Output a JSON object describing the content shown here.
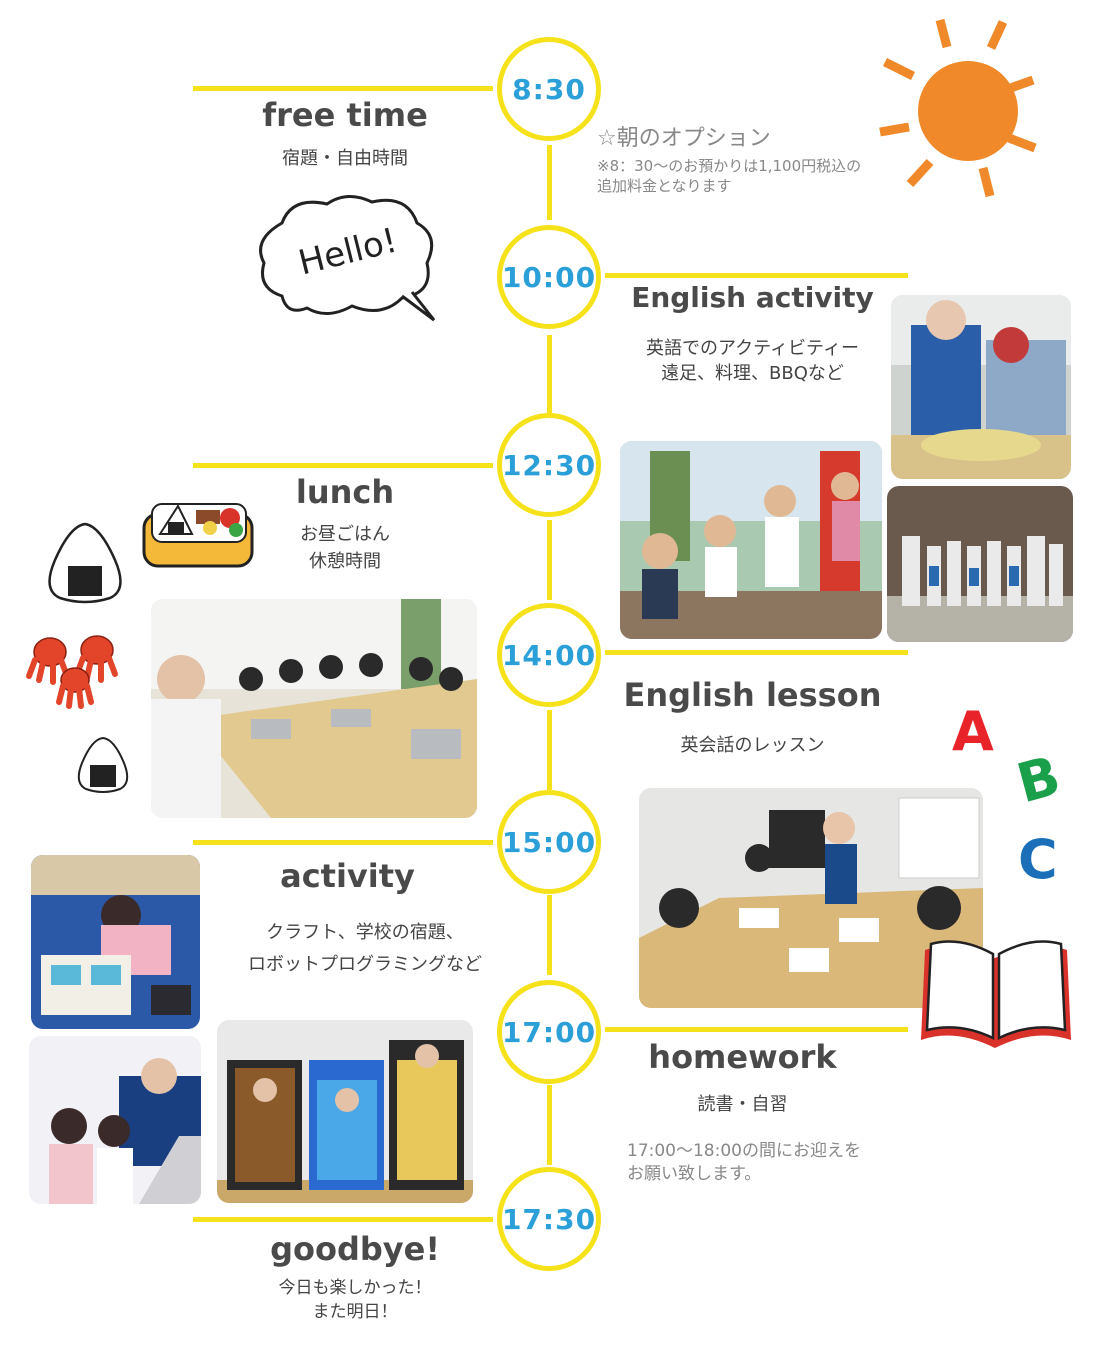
{
  "timeline": [
    {
      "time": "8:30"
    },
    {
      "time": "10:00"
    },
    {
      "time": "12:30"
    },
    {
      "time": "14:00"
    },
    {
      "time": "15:00"
    },
    {
      "time": "17:00"
    },
    {
      "time": "17:30"
    }
  ],
  "sections": {
    "free_time": {
      "title": "free time",
      "sub": "宿題・自由時間"
    },
    "morning_option": {
      "title": "☆朝のオプション",
      "note_line1": "※8：30〜のお預かりは1,100円税込の",
      "note_line2": "追加料金となります"
    },
    "hello_bubble": {
      "text": "Hello!"
    },
    "english_activity": {
      "title": "English activity",
      "sub_line1": "英語でのアクティビティー",
      "sub_line2": "遠足、料理、BBQなど"
    },
    "lunch": {
      "title": "lunch",
      "sub_line1": "お昼ごはん",
      "sub_line2": "休憩時間"
    },
    "english_lesson": {
      "title": "English lesson",
      "sub": "英会話のレッスン"
    },
    "activity": {
      "title": "activity",
      "sub_line1": "クラフト、学校の宿題、",
      "sub_line2": "ロボットプログラミングなど"
    },
    "homework": {
      "title": "homework",
      "sub": "読書・自習",
      "note_line1": "17:00〜18:00の間にお迎えを",
      "note_line2": "お願い致します。"
    },
    "goodbye": {
      "title": "goodbye!",
      "sub_line1": "今日も楽しかった！",
      "sub_line2": "また明日！"
    }
  },
  "abc": {
    "a": "A",
    "b": "B",
    "c": "C"
  },
  "colors": {
    "timeline_yellow": "#f5e21a",
    "time_blue": "#2a9fd8",
    "sun_orange": "#f0892a",
    "a_red": "#e8232a",
    "b_green": "#1aa04a",
    "c_blue": "#1a6fb8"
  }
}
